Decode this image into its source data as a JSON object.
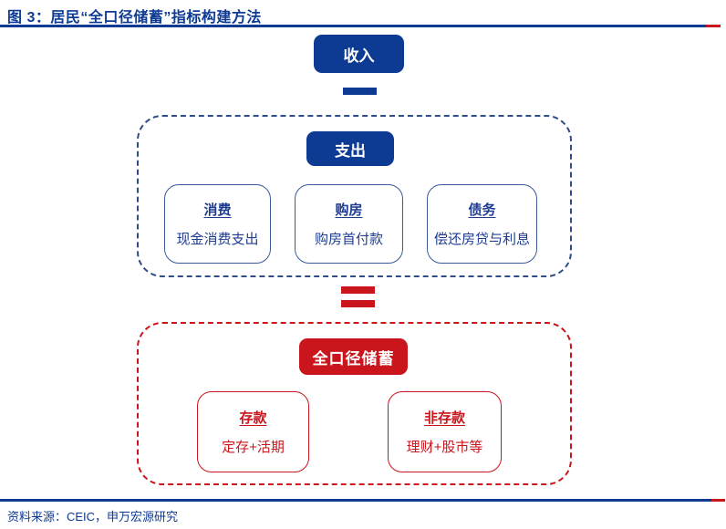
{
  "figure": {
    "title": "图 3：居民“全口径储蓄”指标构建方法",
    "source": "资料来源：CEIC，申万宏源研究"
  },
  "colors": {
    "navy": "#0d3a93",
    "red": "#c9151b"
  },
  "operators": {
    "minus_symbol": "−",
    "equals_symbol": "="
  },
  "diagram": {
    "income_label": "收入",
    "expense_group": {
      "header": "支出",
      "items": [
        {
          "title": "消费",
          "desc": "现金消费支出"
        },
        {
          "title": "购房",
          "desc": "购房首付款"
        },
        {
          "title": "债务",
          "desc": "偿还房贷与利息"
        }
      ]
    },
    "savings_group": {
      "header": "全口径储蓄",
      "items": [
        {
          "title": "存款",
          "desc": "定存+活期"
        },
        {
          "title": "非存款",
          "desc": "理财+股市等"
        }
      ]
    }
  }
}
